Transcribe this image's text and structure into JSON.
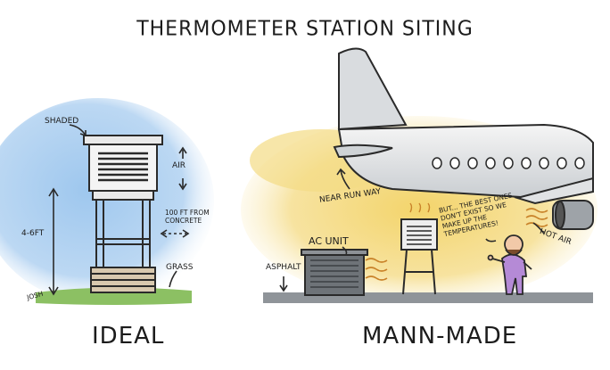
{
  "title": "Thermometer Station Siting",
  "left_panel": {
    "heading": "Ideal",
    "labels": {
      "shaded": "Shaded",
      "air": "Air",
      "height": "4-6ft",
      "distance": "100 ft from concrete",
      "grass": "Grass",
      "signature": "Josh"
    }
  },
  "right_panel": {
    "heading": "Mann-Made",
    "labels": {
      "runway": "Near Run Way",
      "ac_unit": "AC Unit",
      "asphalt": "Asphalt",
      "hot_air": "Hot Air",
      "speech": "But... the best ones don't exist so we make up the temperatures!"
    }
  },
  "icons": [
    "thermometer-shelter-icon",
    "airplane-icon",
    "ac-unit-icon",
    "scientist-figure-icon"
  ]
}
